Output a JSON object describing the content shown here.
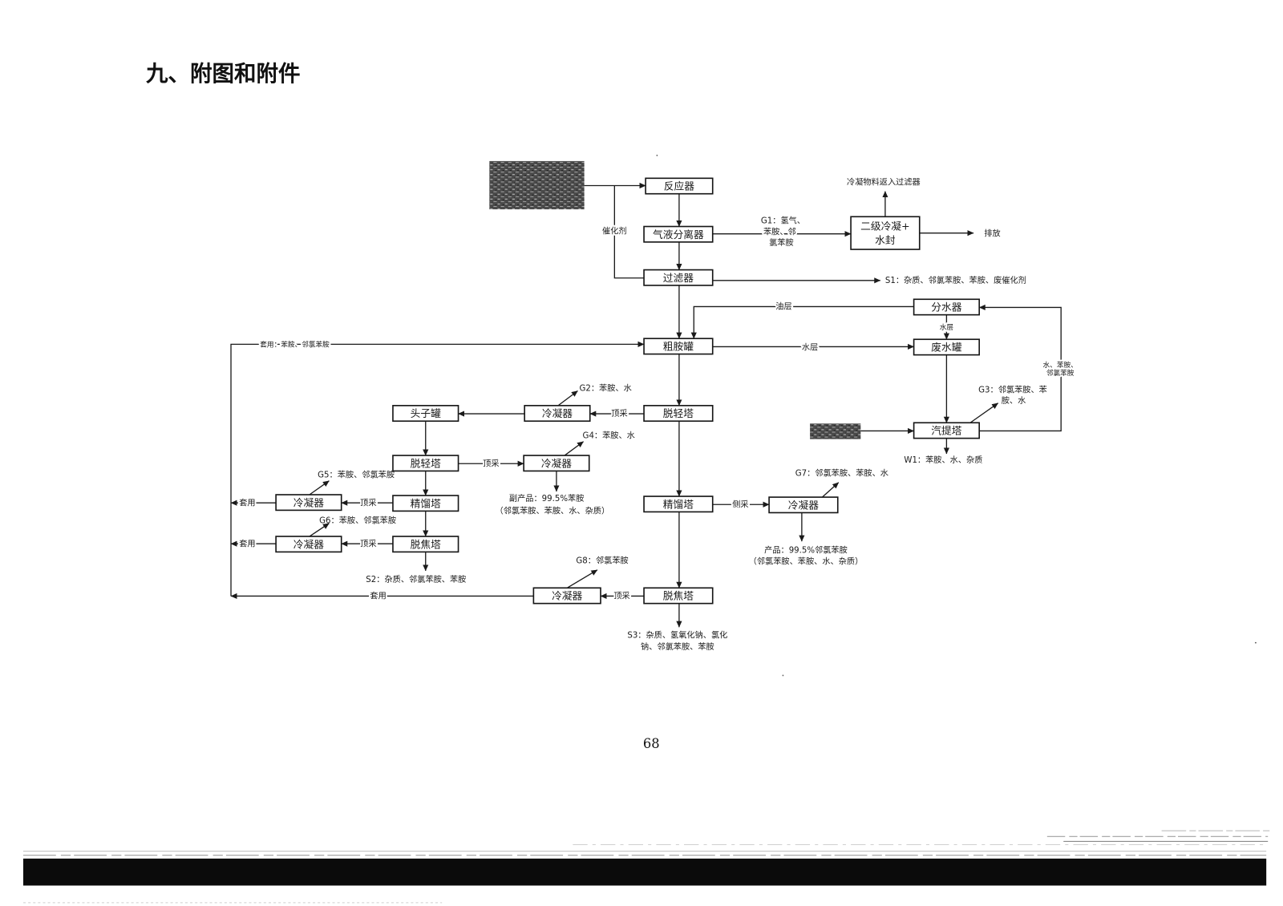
{
  "page": {
    "title": "九、附图和附件",
    "page_number": "68"
  },
  "diagram": {
    "nodes": {
      "reactor": "反应器",
      "gas_liquid_separator": "气液分离器",
      "filter": "过滤器",
      "two_stage_condenser": [
        "二级冷凝+",
        "水封"
      ],
      "water_separator": "分水器",
      "crude_amine_tank": "粗胺罐",
      "wastewater_tank": "废水罐",
      "stripper": "汽提塔",
      "main_light_removal_tower": "脱轻塔",
      "condenser_top": "冷凝器",
      "heads_tank": "头子罐",
      "branch_light_removal_tower": "脱轻塔",
      "condenser_byproduct": "冷凝器",
      "branch_rectifying_tower": "精馏塔",
      "condenser_recycle_a": "冷凝器",
      "branch_tar_removal_tower": "脱焦塔",
      "condenser_recycle_b": "冷凝器",
      "main_rectifying_tower": "精馏塔",
      "condenser_product": "冷凝器",
      "main_tar_removal_tower": "脱焦塔",
      "condenser_bottom": "冷凝器"
    },
    "stream_labels": {
      "condensate_return": "冷凝物料返入过滤器",
      "discharge": "排放",
      "catalyst": "催化剂",
      "g1": [
        "G1：氢气、",
        "苯胺、邻",
        "氯苯胺"
      ],
      "s1": "S1：杂质、邻氯苯胺、苯胺、废催化剂",
      "oil_layer": "油层",
      "water_layer_to_tank": "水层",
      "water_layer_from_separator": "水层",
      "stripper_return": [
        "水、苯胺、",
        "邻氯苯胺"
      ],
      "g3": [
        "G3：邻氯苯胺、苯",
        "胺、水"
      ],
      "w1": "W1：苯胺、水、杂质",
      "recycle_to_crude_tank": "套用：苯胺、邻氯苯胺",
      "top_draw_main_light": "顶采",
      "g2": "G2：苯胺、水",
      "top_draw_branch_light": "顶采",
      "g4": "G4：苯胺、水",
      "byproduct": [
        "副产品：99.5%苯胺",
        "（邻氯苯胺、苯胺、水、杂质）"
      ],
      "g5": "G5：苯胺、邻氯苯胺",
      "top_draw_branch_rectifying": "顶采",
      "recycle_a": "套用",
      "g6": "G6：苯胺、邻氯苯胺",
      "top_draw_branch_tar": "顶采",
      "recycle_b": "套用",
      "s2": "S2：杂质、邻氯苯胺、苯胺",
      "side_draw": "侧采",
      "g7": "G7：邻氯苯胺、苯胺、水",
      "product": [
        "产品：99.5%邻氯苯胺",
        "（邻氯苯胺、苯胺、水、杂质）"
      ],
      "top_draw_main_tar": "顶采",
      "g8": "G8：邻氯苯胺",
      "recycle_bottom": "套用",
      "s3": [
        "S3：杂质、氢氧化钠、氯化",
        "钠、邻氯苯胺、苯胺"
      ]
    }
  }
}
